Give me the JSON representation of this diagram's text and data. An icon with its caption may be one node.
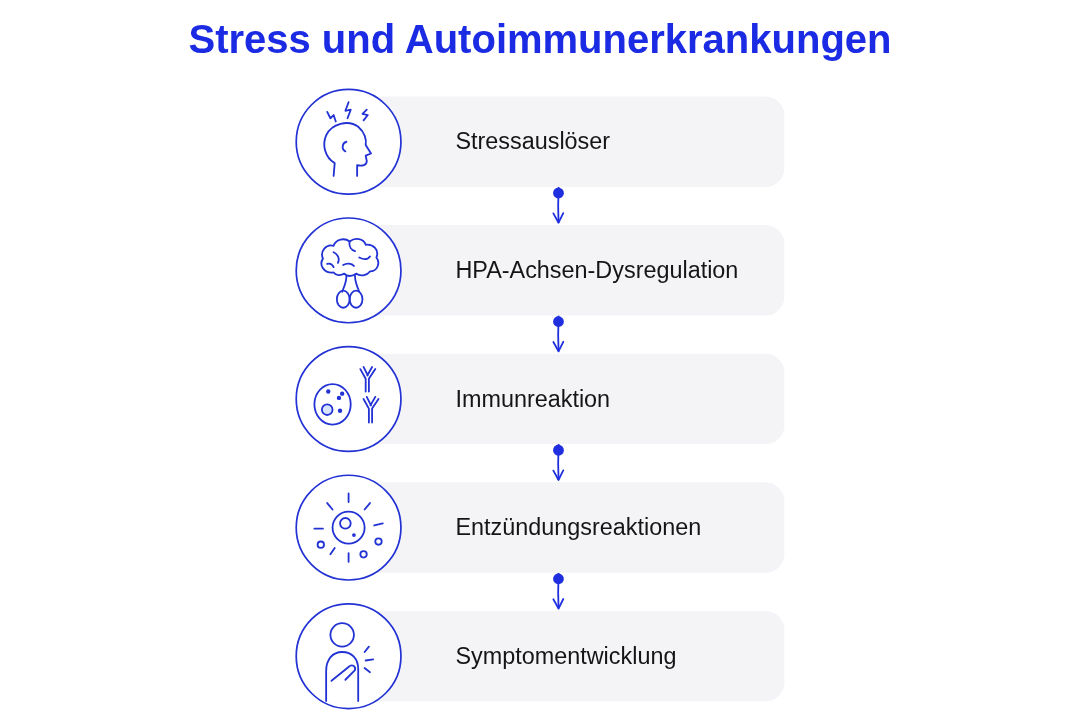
{
  "diagram": {
    "title": "Stress und Autoimmunerkrankungen",
    "nodes": [
      {
        "text": [
          "Stressauslöser"
        ]
      },
      {
        "text": [
          "HPA-Achsen-Dysregulation"
        ]
      },
      {
        "text": [
          "Immunreaktion"
        ]
      },
      {
        "text": [
          "Entzündungsreaktionen"
        ]
      },
      {
        "text": [
          "Symptomentwicklung"
        ]
      }
    ],
    "edges": [
      {
        "from": 0,
        "to": 1,
        "arrow": "to"
      },
      {
        "from": 1,
        "to": 2,
        "arrow": "to"
      },
      {
        "from": 2,
        "to": 3,
        "arrow": "to"
      },
      {
        "from": 3,
        "to": 4,
        "arrow": "to"
      }
    ]
  }
}
